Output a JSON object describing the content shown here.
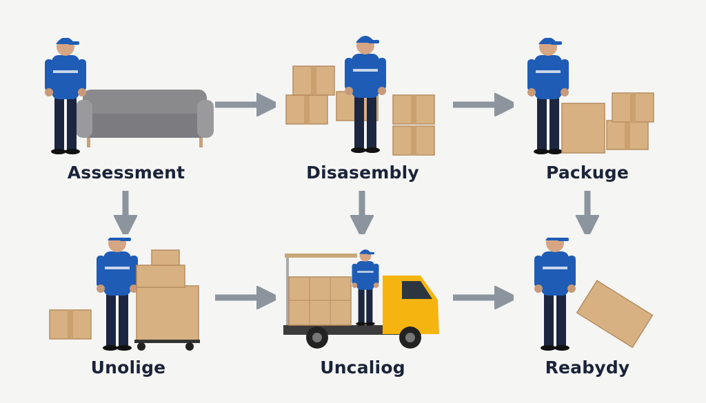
{
  "steps": [
    {
      "id": "assessment",
      "label": "Assessment",
      "scene": "worker-inspecting-sofa"
    },
    {
      "id": "disassembly",
      "label": "Disasembly",
      "scene": "worker-stacking-boxes"
    },
    {
      "id": "package",
      "label": "Packuge",
      "scene": "worker-packing-boxes"
    },
    {
      "id": "unload",
      "label": "Unolige",
      "scene": "worker-pushing-dolly"
    },
    {
      "id": "loading",
      "label": "Uncaliog",
      "scene": "worker-loading-truck"
    },
    {
      "id": "ready",
      "label": "Reabydy",
      "scene": "worker-carrying-box"
    }
  ],
  "colors": {
    "background": "#f5f5f4",
    "label_text": "#1a2338",
    "arrow": "#8c959e",
    "uniform_shirt": "#1f5cb5",
    "uniform_pants": "#1c2640",
    "cardboard": "#d8b182",
    "truck_cab": "#f5b40f",
    "sofa": "#8a8a8d"
  }
}
